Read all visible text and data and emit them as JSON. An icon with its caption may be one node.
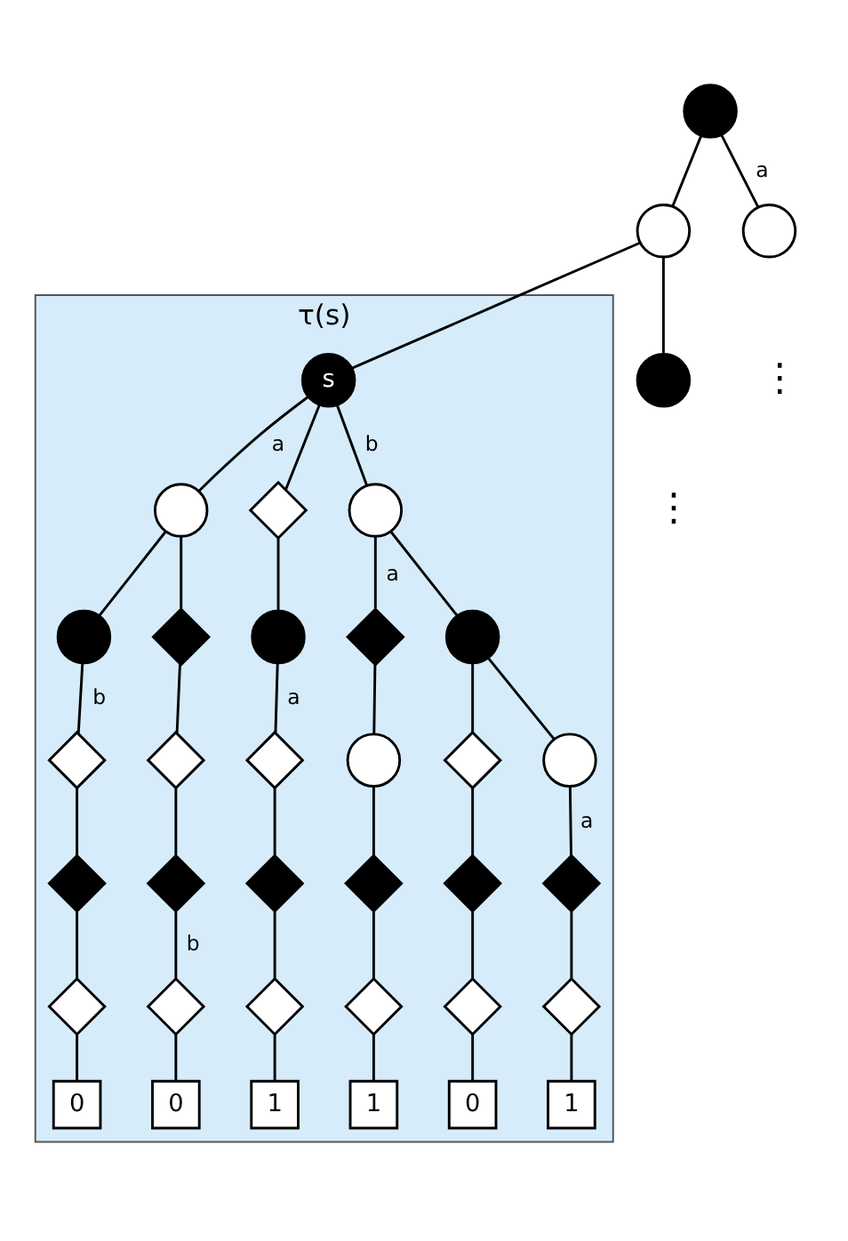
{
  "diagram": {
    "nodes": [
      {
        "text": [],
        "shape": "circle"
      },
      {
        "text": [],
        "shape": "circle"
      },
      {
        "text": [],
        "shape": "circle"
      },
      {
        "text": [
          "τ(s)"
        ]
      },
      {
        "text": [
          "s"
        ],
        "in": 3
      },
      {
        "text": [],
        "shape": "circle"
      },
      {
        "text": [],
        "shape": "circle",
        "in": 3
      },
      {
        "text": [],
        "shape": "diamond",
        "in": 3
      },
      {
        "text": [],
        "shape": "circle",
        "in": 3
      },
      {
        "text": [],
        "shape": "circle",
        "in": 3
      },
      {
        "text": [],
        "shape": "diamond",
        "in": 3
      },
      {
        "text": [],
        "shape": "circle",
        "in": 3
      },
      {
        "text": [],
        "shape": "diamond",
        "in": 3
      },
      {
        "text": [],
        "shape": "circle",
        "in": 3
      },
      {
        "text": [],
        "shape": "diamond",
        "in": 3
      },
      {
        "text": [],
        "shape": "diamond",
        "in": 3
      },
      {
        "text": [],
        "shape": "diamond",
        "in": 3
      },
      {
        "text": [],
        "shape": "circle",
        "in": 3
      },
      {
        "text": [],
        "shape": "diamond",
        "in": 3
      },
      {
        "text": [],
        "shape": "circle",
        "in": 3
      },
      {
        "text": [],
        "shape": "diamond",
        "in": 3
      },
      {
        "text": [],
        "shape": "diamond",
        "in": 3
      },
      {
        "text": [],
        "shape": "diamond",
        "in": 3
      },
      {
        "text": [],
        "shape": "diamond",
        "in": 3
      },
      {
        "text": [],
        "shape": "diamond",
        "in": 3
      },
      {
        "text": [],
        "shape": "diamond",
        "in": 3
      },
      {
        "text": [],
        "shape": "diamond",
        "in": 3
      },
      {
        "text": [],
        "shape": "diamond",
        "in": 3
      },
      {
        "text": [],
        "shape": "diamond",
        "in": 3
      },
      {
        "text": [],
        "shape": "diamond",
        "in": 3
      },
      {
        "text": [],
        "shape": "diamond",
        "in": 3
      },
      {
        "text": [],
        "shape": "diamond",
        "in": 3
      },
      {
        "text": [
          "0"
        ],
        "in": 3
      },
      {
        "text": [
          "0"
        ],
        "in": 3
      },
      {
        "text": [
          "1"
        ],
        "in": 3
      },
      {
        "text": [
          "1"
        ],
        "in": 3
      },
      {
        "text": [
          "0"
        ],
        "in": 3
      },
      {
        "text": [
          "1"
        ],
        "in": 3
      }
    ],
    "edges": [
      {
        "from": 0,
        "to": 1,
        "arrow": "none"
      },
      {
        "from": 0,
        "to": 2,
        "arrow": "none",
        "label": "a"
      },
      {
        "from": 1,
        "to": 4,
        "arrow": "none"
      },
      {
        "from": 1,
        "to": 5,
        "arrow": "none"
      },
      {
        "from": 4,
        "to": 6,
        "arrow": "none",
        "label": "a"
      },
      {
        "from": 4,
        "to": 7,
        "arrow": "none"
      },
      {
        "from": 4,
        "to": 8,
        "arrow": "none",
        "label": "b"
      },
      {
        "from": 6,
        "to": 9,
        "arrow": "none"
      },
      {
        "from": 6,
        "to": 10,
        "arrow": "none"
      },
      {
        "from": 7,
        "to": 11,
        "arrow": "none"
      },
      {
        "from": 8,
        "to": 12,
        "arrow": "none",
        "label": "a"
      },
      {
        "from": 8,
        "to": 13,
        "arrow": "none"
      },
      {
        "from": 9,
        "to": 14,
        "arrow": "none",
        "label": "b"
      },
      {
        "from": 10,
        "to": 15,
        "arrow": "none"
      },
      {
        "from": 11,
        "to": 16,
        "arrow": "none",
        "label": "a"
      },
      {
        "from": 12,
        "to": 17,
        "arrow": "none"
      },
      {
        "from": 13,
        "to": 18,
        "arrow": "none"
      },
      {
        "from": 13,
        "to": 19,
        "arrow": "none"
      },
      {
        "from": 14,
        "to": 20,
        "arrow": "none"
      },
      {
        "from": 15,
        "to": 21,
        "arrow": "none"
      },
      {
        "from": 16,
        "to": 22,
        "arrow": "none"
      },
      {
        "from": 17,
        "to": 23,
        "arrow": "none"
      },
      {
        "from": 18,
        "to": 24,
        "arrow": "none"
      },
      {
        "from": 19,
        "to": 25,
        "arrow": "none",
        "label": "a"
      },
      {
        "from": 20,
        "to": 26,
        "arrow": "none"
      },
      {
        "from": 21,
        "to": 27,
        "arrow": "none",
        "label": "b"
      },
      {
        "from": 22,
        "to": 28,
        "arrow": "none"
      },
      {
        "from": 23,
        "to": 29,
        "arrow": "none"
      },
      {
        "from": 24,
        "to": 30,
        "arrow": "none"
      },
      {
        "from": 25,
        "to": 31,
        "arrow": "none"
      },
      {
        "from": 26,
        "to": 32,
        "arrow": "none"
      },
      {
        "from": 27,
        "to": 33,
        "arrow": "none"
      },
      {
        "from": 28,
        "to": 34,
        "arrow": "none"
      },
      {
        "from": 29,
        "to": 35,
        "arrow": "none"
      },
      {
        "from": 30,
        "to": 36,
        "arrow": "none"
      },
      {
        "from": 31,
        "to": 37,
        "arrow": "none"
      }
    ],
    "labels": [
      "⋮",
      "⋮"
    ]
  }
}
